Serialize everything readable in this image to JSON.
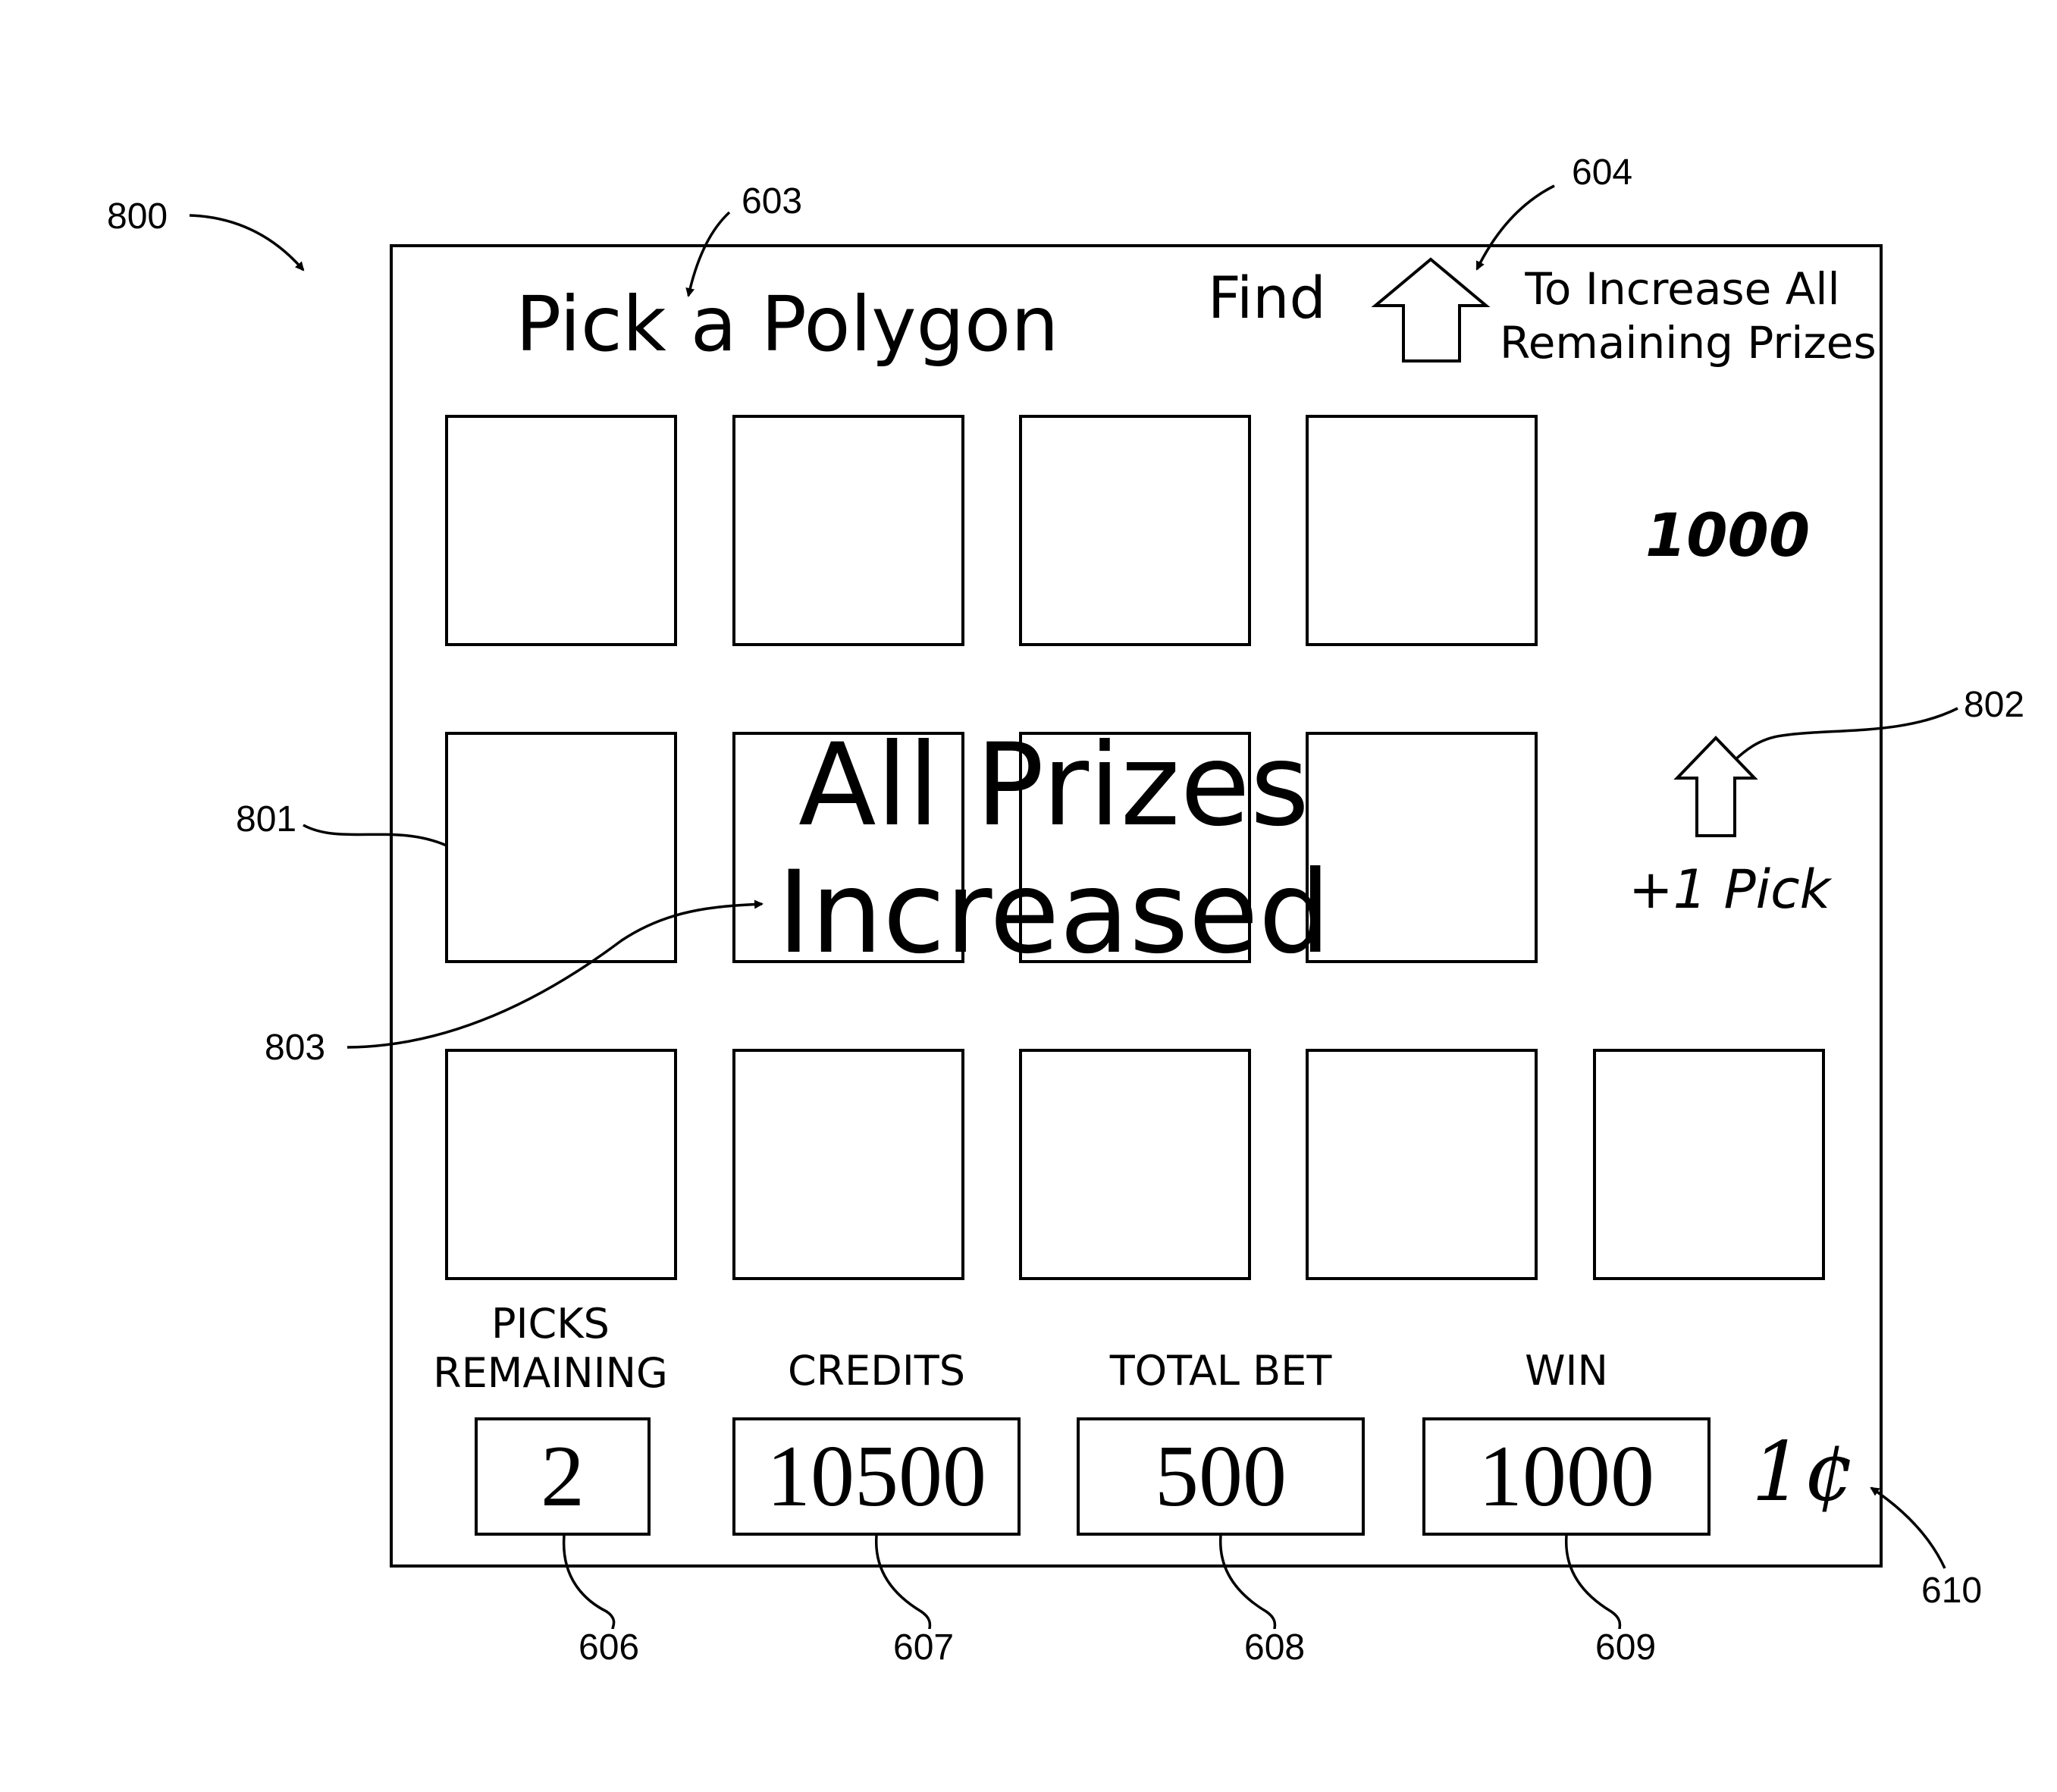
{
  "figure_ref": "800",
  "title": "Pick a Polygon",
  "promo": {
    "find_label": "Find",
    "text_line1": "To Increase All",
    "text_line2": "Remaining Prizes"
  },
  "side_prize": "1000",
  "side_bonus": "+1 Pick",
  "message": {
    "line1": "All Prizes",
    "line2": "Increased"
  },
  "meters": {
    "picks_label_line1": "PICKS",
    "picks_label_line2": "REMAINING",
    "picks_value": "2",
    "credits_label": "CREDITS",
    "credits_value": "10500",
    "total_bet_label": "TOTAL BET",
    "total_bet_value": "500",
    "win_label": "WIN",
    "win_value": "1000",
    "denomination": "1¢"
  },
  "reference_numerals": {
    "r603": "603",
    "r604": "604",
    "r801": "801",
    "r802": "802",
    "r803": "803",
    "r606": "606",
    "r607": "607",
    "r608": "608",
    "r609": "609",
    "r610": "610"
  },
  "tiles": {
    "row1": 4,
    "row2": 4,
    "row3": 5
  }
}
